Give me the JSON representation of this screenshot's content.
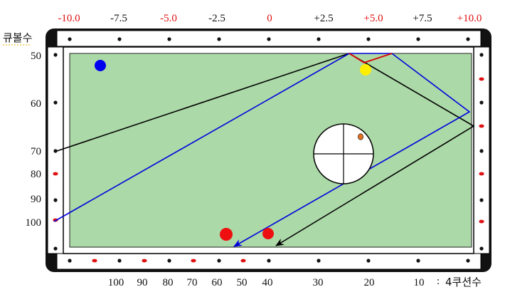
{
  "top_scale": {
    "labels": [
      {
        "text": "-10.0",
        "color": "#e01010"
      },
      {
        "text": "-7.5",
        "color": "#111111"
      },
      {
        "text": "-5.0",
        "color": "#e01010"
      },
      {
        "text": "-2.5",
        "color": "#111111"
      },
      {
        "text": "0",
        "color": "#e01010"
      },
      {
        "text": "+2.5",
        "color": "#111111"
      },
      {
        "text": "+5.0",
        "color": "#e01010"
      },
      {
        "text": "+7.5",
        "color": "#111111"
      },
      {
        "text": "+10.0",
        "color": "#e01010"
      }
    ]
  },
  "left_scale": {
    "title": "큐볼수",
    "labels": [
      "50",
      "60",
      "70",
      "80",
      "90",
      "100"
    ]
  },
  "bottom_scale": {
    "labels": [
      "100",
      "90",
      "80",
      "70",
      "60",
      "50",
      "40",
      "30",
      "20",
      "10"
    ],
    "separator": ":",
    "title": "4쿠션수"
  },
  "colors": {
    "felt": "#acd9a8",
    "rail_black": "#111111",
    "ball_blue": "#0000ee",
    "ball_yellow": "#ffee00",
    "ball_red": "#ee1010",
    "path_black": "#000000",
    "path_blue": "#0000dd",
    "path_red": "#dd0000",
    "marker_red": "#e01010",
    "spin_dot": "#e8701a"
  },
  "balls": [
    {
      "name": "blue-ball",
      "color_key": "ball_blue"
    },
    {
      "name": "yellow-ball",
      "color_key": "ball_yellow"
    },
    {
      "name": "red-ball-1",
      "color_key": "ball_red"
    },
    {
      "name": "red-ball-2",
      "color_key": "ball_red"
    }
  ],
  "paths": [
    {
      "name": "black-path",
      "color_key": "path_black",
      "arrow": true
    },
    {
      "name": "blue-path",
      "color_key": "path_blue",
      "arrow": true
    },
    {
      "name": "red-path",
      "color_key": "path_red",
      "arrow": false
    }
  ],
  "tip_indicator": {
    "name": "cue-tip-indicator",
    "icon": "crosshair-circle-icon"
  }
}
